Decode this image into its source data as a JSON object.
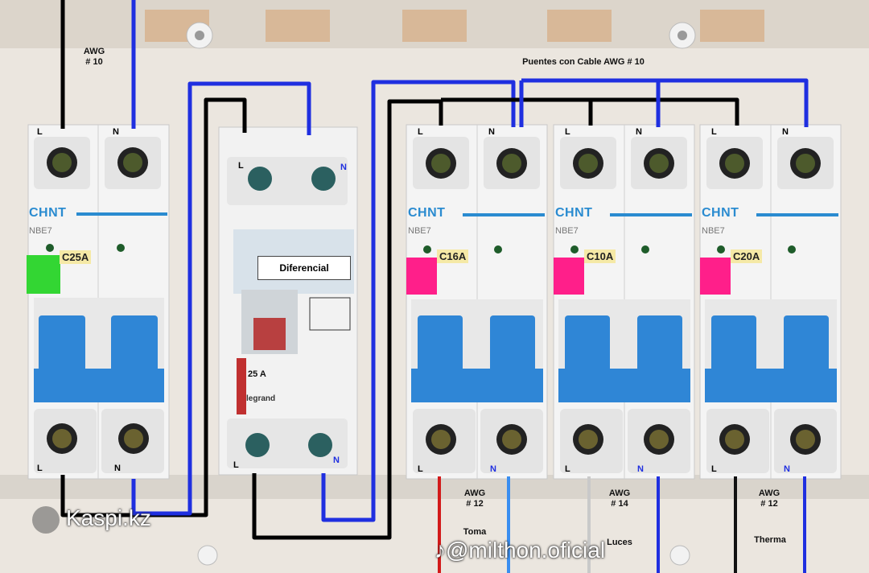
{
  "header_label": "Puentes con Cable AWG # 10",
  "supply": {
    "awg_line1": "AWG",
    "awg_line2": "# 10"
  },
  "terminals": {
    "line": "L",
    "neutral": "N"
  },
  "breakers": [
    {
      "id": "main",
      "brand": "CHNT",
      "model": "NBE7",
      "rating": "C25A",
      "color": "#33d633"
    },
    {
      "id": "c1",
      "brand": "CHNT",
      "model": "NBE7",
      "rating": "C16A",
      "color": "#ff1f8a"
    },
    {
      "id": "c2",
      "brand": "CHNT",
      "model": "NBE7",
      "rating": "C10A",
      "color": "#ff1f8a"
    },
    {
      "id": "c3",
      "brand": "CHNT",
      "model": "NBE7",
      "rating": "C20A",
      "color": "#ff1f8a"
    }
  ],
  "rcd": {
    "label": "Diferencial",
    "rating": "25 A",
    "brand": "legrand"
  },
  "circuits": [
    {
      "awg_line1": "AWG",
      "awg_line2": "# 12",
      "name": "Toma"
    },
    {
      "awg_line1": "AWG",
      "awg_line2": "# 14",
      "name": "Luces"
    },
    {
      "awg_line1": "AWG",
      "awg_line2": "# 12",
      "name": "Therma"
    }
  ],
  "watermarks": {
    "left": "Kaspi.kz",
    "right": "@milthon.oficial"
  },
  "colors": {
    "live": "#000000",
    "neutral": "#1f2fe0",
    "circuit_live": "#d21a1a",
    "circuit_neutral": "#3a8ef0",
    "body": "#f4f4f4",
    "toggle": "#2f86d6"
  }
}
